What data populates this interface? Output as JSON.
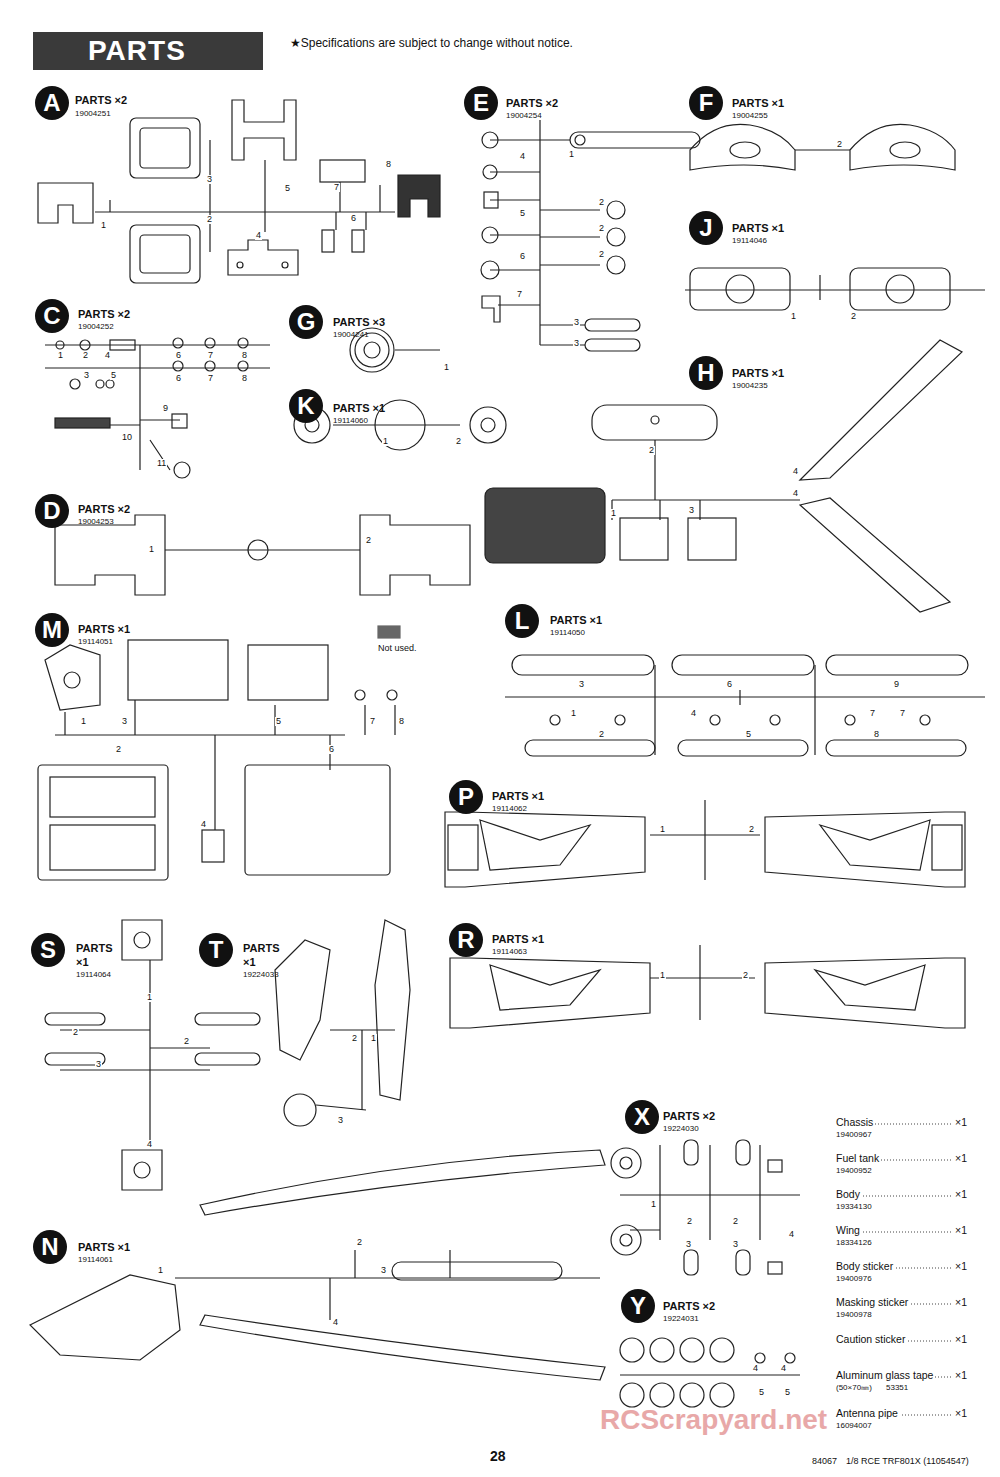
{
  "diagram": {
    "title": "PARTS",
    "nodes": [
      {
        "text": [
          "A"
        ]
      },
      {
        "text": [
          "E"
        ]
      },
      {
        "text": [
          "F"
        ]
      },
      {
        "text": [
          "J"
        ]
      },
      {
        "text": [
          "C"
        ]
      },
      {
        "text": [
          "G"
        ]
      },
      {
        "text": [
          "K"
        ]
      },
      {
        "text": [
          "H"
        ]
      },
      {
        "text": [
          "D"
        ]
      },
      {
        "text": [
          "M"
        ]
      },
      {
        "text": [
          "L"
        ]
      },
      {
        "text": [
          "P"
        ]
      },
      {
        "text": [
          "S"
        ]
      },
      {
        "text": [
          "T"
        ]
      },
      {
        "text": [
          "R"
        ]
      },
      {
        "text": [
          "X"
        ]
      },
      {
        "text": [
          "Y"
        ]
      },
      {
        "text": [
          "N"
        ]
      }
    ],
    "labels": [
      "★Specifications are subject to change without notice.",
      "PARTS ×2",
      "19004251",
      "3",
      "1",
      "2",
      "4",
      "5",
      "7",
      "8",
      "6",
      "PARTS ×2",
      "19004254",
      "4",
      "1",
      "5",
      "2",
      "2",
      "2",
      "6",
      "7",
      "3",
      "3",
      "PARTS ×1",
      "19004255",
      "2",
      "PARTS ×1",
      "19114046",
      "1",
      "2",
      "PARTS ×2",
      "19004252",
      "1",
      "2",
      "4",
      "6",
      "7",
      "8",
      "3",
      "5",
      "6",
      "7",
      "8",
      "9",
      "10",
      "11",
      "PARTS ×3",
      "19004241",
      "1",
      "PARTS ×1",
      "19114060",
      "1",
      "2",
      "PARTS ×1",
      "19004235",
      "2",
      "1",
      "3",
      "4",
      "4",
      "PARTS ×2",
      "19004253",
      "1",
      "2",
      "PARTS ×1",
      "19114051",
      "Not used.",
      "1",
      "3",
      "5",
      "7",
      "8",
      "2",
      "6",
      "4",
      "PARTS ×1",
      "19114050",
      "3",
      "6",
      "9",
      "1",
      "2",
      "4",
      "5",
      "7",
      "7",
      "8",
      "PARTS ×1",
      "19114062",
      "1",
      "2",
      "PARTS",
      "×1",
      "19114064",
      "1",
      "2",
      "3",
      "2",
      "4",
      "PARTS",
      "×1",
      "19224033",
      "2",
      "1",
      "3",
      "PARTS ×1",
      "19114063",
      "1",
      "2",
      "PARTS ×2",
      "19224030",
      "1",
      "2",
      "2",
      "3",
      "3",
      "4",
      "PARTS ×2",
      "19224031",
      "4",
      "4",
      "5",
      "5",
      "PARTS ×1",
      "19114061",
      "1",
      "2",
      "3",
      "4",
      "Chassis",
      "×1",
      "19400967",
      "Fuel tank",
      "×1",
      "19400952",
      "Body",
      "×1",
      "19334130",
      "Wing",
      "×1",
      "18334126",
      "Body sticker",
      "×1",
      "19400976",
      "Masking sticker",
      "×1",
      "19400978",
      "Caution sticker",
      "×1",
      "Aluminum glass tape",
      "×1",
      "(50×70㎜)",
      "53351",
      "Antenna pipe",
      "×1",
      "16094007",
      "28",
      "84067",
      "1/8 RCE TRF801X (11054547)",
      "RCScrapyard.net"
    ]
  }
}
